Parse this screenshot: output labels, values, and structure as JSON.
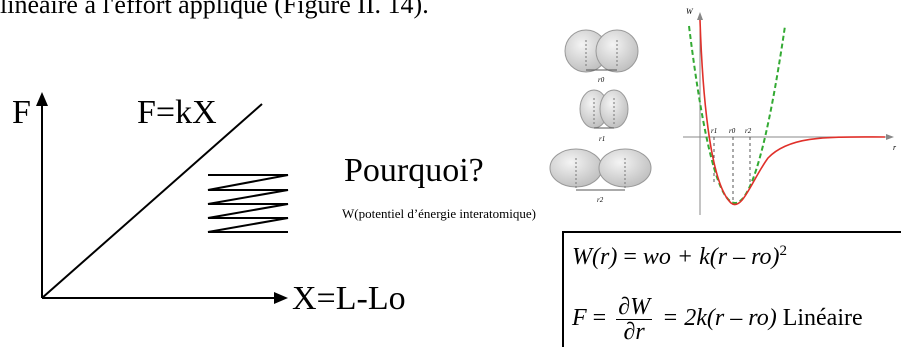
{
  "caption": "lineaire à l'effort appliqué (Figure II. 14).",
  "force_plot": {
    "y_label": "F",
    "law_label": "F=kX",
    "x_label": "X=L-Lo"
  },
  "question": "Pourquoi?",
  "potential_caption": "W(potentiel d’énergie interatomique)",
  "atoms_figure": {
    "distance_labels": [
      "r0",
      "r1",
      "r2"
    ]
  },
  "potential_graph": {
    "y_label": "W",
    "x_label": "r",
    "tick_labels": [
      "r1",
      "r0",
      "r2"
    ],
    "colors": {
      "curve": "#e0302a",
      "parabola": "#33aa33"
    }
  },
  "equations": {
    "line1": {
      "lhs": "W(r)",
      "eq": " = ",
      "rhs": "wo + k(r – ro)",
      "exp": "2"
    },
    "line2": {
      "lhs": "F",
      "eq": " = ",
      "num": "∂W",
      "den": "∂r",
      "rhs": " = 2k(r – ro)",
      "suffix": " Linéaire"
    }
  }
}
